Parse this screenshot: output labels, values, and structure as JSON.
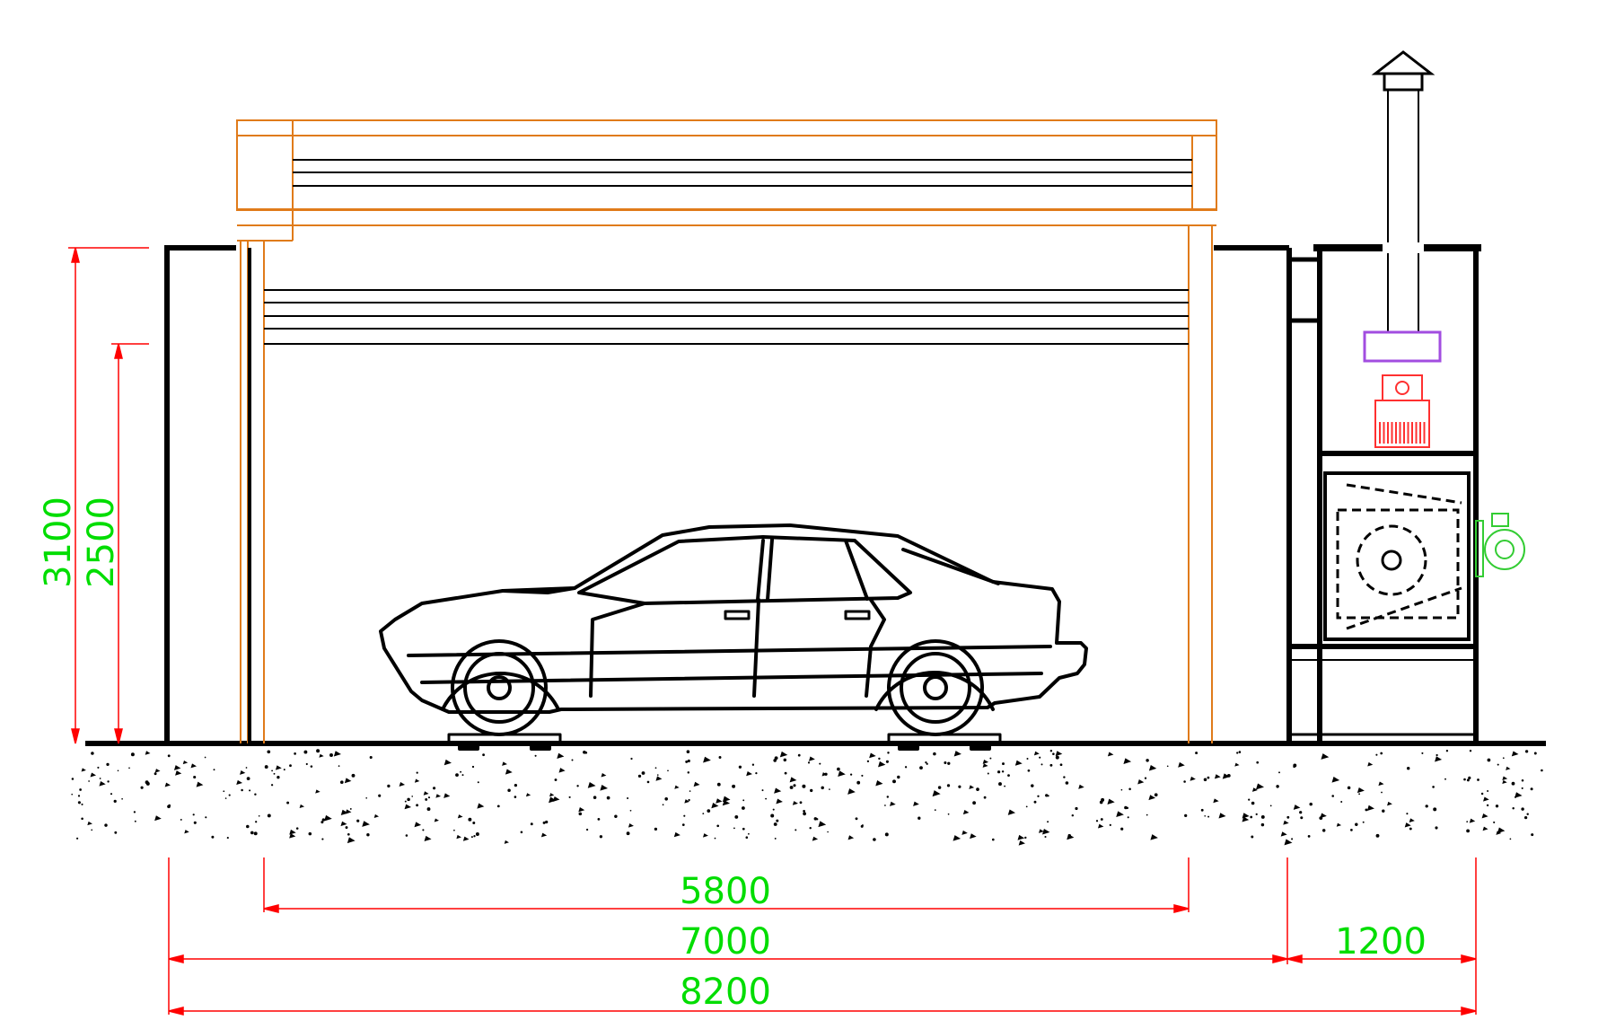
{
  "drawing": {
    "title": "",
    "colors": {
      "structure": "#000000",
      "door": "#e07b1a",
      "dimension_line": "#ff0000",
      "dimension_text": "#00dd00",
      "filter": "#a24de0",
      "burner": "#ff3030",
      "motor": "#33cc33"
    },
    "dimensions": {
      "height_total": "3100",
      "height_inner": "2500",
      "door_width": "5800",
      "booth_width": "7000",
      "total_width": "8200",
      "unit_width": "1200"
    }
  }
}
